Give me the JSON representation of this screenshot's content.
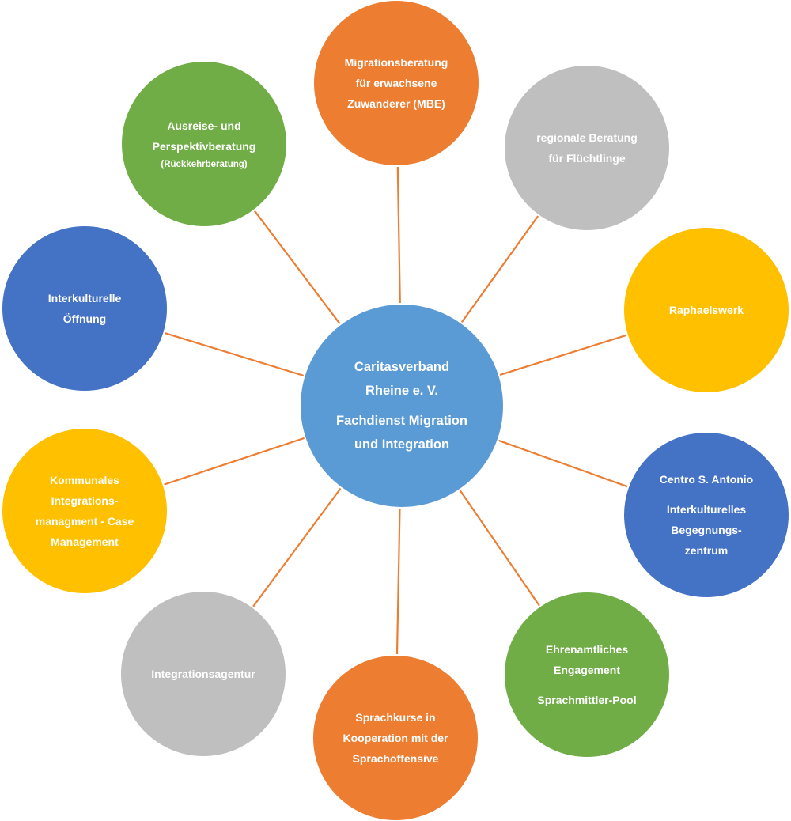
{
  "connector_color": "#ED7D31",
  "center": {
    "lines": [
      "Caritasverband",
      "Rheine e. V.",
      "",
      "Fachdienst Migration",
      "und Integration"
    ],
    "color": "#5B9BD5"
  },
  "satellites": [
    {
      "id": "mbe",
      "name": "node-mbe",
      "color": "#ED7D31",
      "lines": [
        "Migrationsberatung",
        "für erwachsene",
        "Zuwanderer (MBE)"
      ]
    },
    {
      "id": "fluechtlinge",
      "name": "node-regionale-beratung",
      "color": "#BFBFBF",
      "lines": [
        "regionale Beratung",
        "für Flüchtlinge"
      ]
    },
    {
      "id": "raphaelswerk",
      "name": "node-raphaelswerk",
      "color": "#FFC000",
      "lines": [
        "Raphaelswerk"
      ]
    },
    {
      "id": "antonio",
      "name": "node-centro-s-antonio",
      "color": "#4472C4",
      "lines": [
        "Centro S. Antonio",
        "",
        "Interkulturelles",
        "Begegnungs-",
        "zentrum"
      ]
    },
    {
      "id": "ehrenamt",
      "name": "node-ehrenamtliches-engagement",
      "color": "#70AD47",
      "lines": [
        "Ehrenamtliches",
        "Engagement",
        "",
        "Sprachmittler-Pool"
      ]
    },
    {
      "id": "sprachkurse",
      "name": "node-sprachkurse",
      "color": "#ED7D31",
      "lines": [
        "Sprachkurse in",
        "Kooperation mit der",
        "Sprachoffensive"
      ]
    },
    {
      "id": "integrationsagentur",
      "name": "node-integrationsagentur",
      "color": "#BFBFBF",
      "lines": [
        "Integrationsagentur"
      ]
    },
    {
      "id": "kommunales",
      "name": "node-kommunales-integrationsmanagement",
      "color": "#FFC000",
      "lines": [
        "Kommunales",
        "Integrations-",
        "managment - Case",
        "Management"
      ]
    },
    {
      "id": "interkulturelle",
      "name": "node-interkulturelle-oeffnung",
      "color": "#4472C4",
      "lines": [
        "Interkulturelle",
        "Öffnung"
      ]
    },
    {
      "id": "ausreise",
      "name": "node-ausreise-perspektivberatung",
      "color": "#70AD47",
      "lines": [
        "Ausreise- und",
        "Perspektivberatung",
        "(Rückkehrberatung)"
      ],
      "small_line_index": 2
    }
  ]
}
